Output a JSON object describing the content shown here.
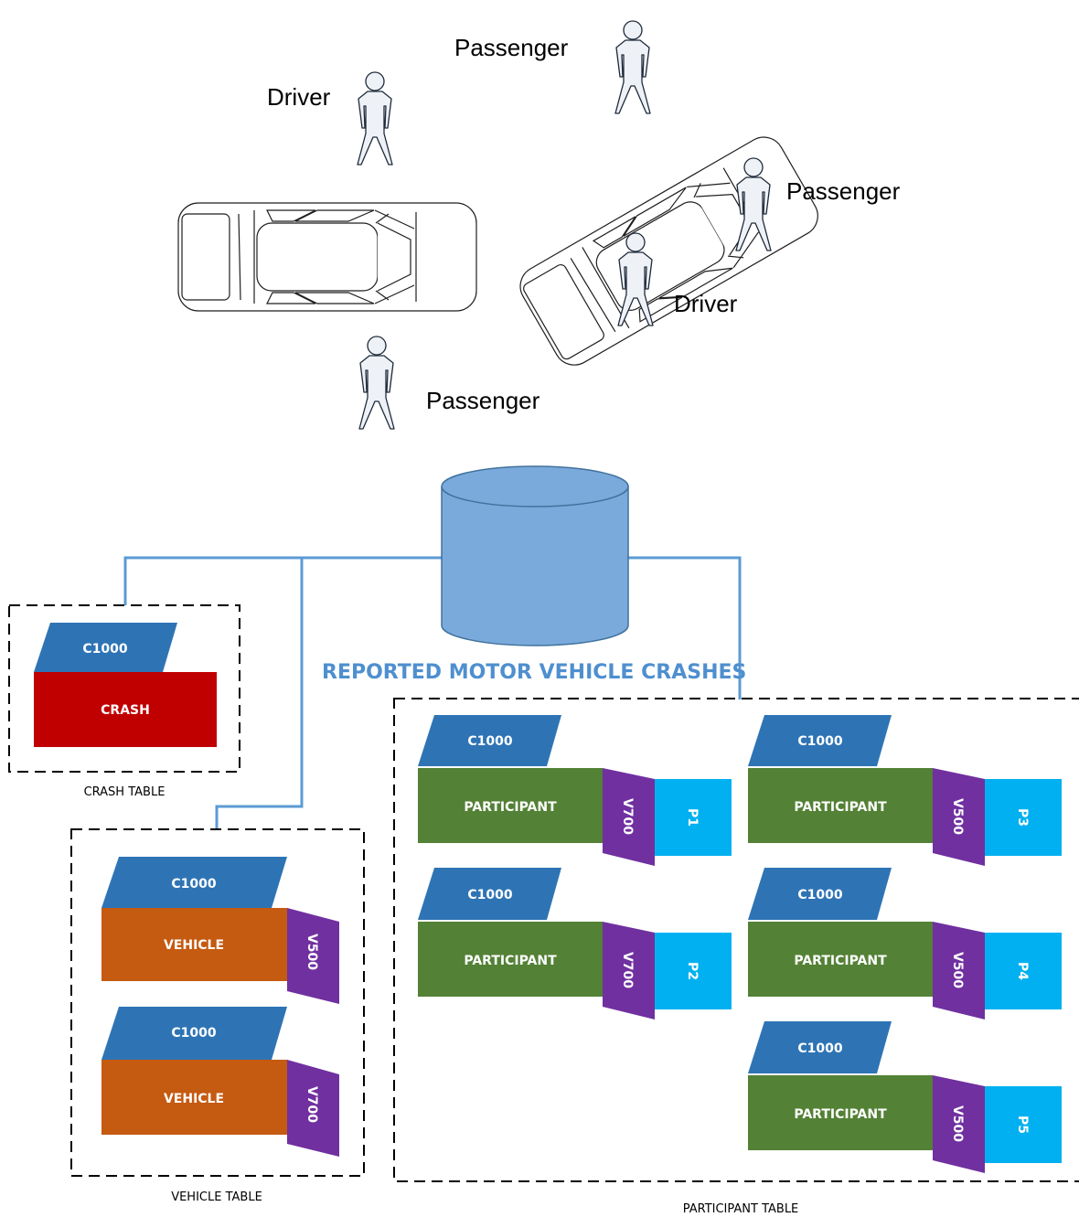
{
  "scene": {
    "people": [
      {
        "role": "Driver"
      },
      {
        "role": "Passenger"
      },
      {
        "role": "Passenger"
      },
      {
        "role": "Driver"
      },
      {
        "role": "Passenger"
      }
    ]
  },
  "database": {
    "title": "REPORTED MOTOR VEHICLE CRASHES"
  },
  "crash_table": {
    "caption": "CRASH TABLE",
    "records": [
      {
        "crash_id": "C1000",
        "type": "CRASH"
      }
    ]
  },
  "vehicle_table": {
    "caption": "VEHICLE TABLE",
    "records": [
      {
        "crash_id": "C1000",
        "type": "VEHICLE",
        "vehicle_id": "V500"
      },
      {
        "crash_id": "C1000",
        "type": "VEHICLE",
        "vehicle_id": "V700"
      }
    ]
  },
  "participant_table": {
    "caption": "PARTICIPANT TABLE",
    "records": [
      {
        "crash_id": "C1000",
        "type": "PARTICIPANT",
        "vehicle_id": "V700",
        "participant_id": "P1"
      },
      {
        "crash_id": "C1000",
        "type": "PARTICIPANT",
        "vehicle_id": "V700",
        "participant_id": "P2"
      },
      {
        "crash_id": "C1000",
        "type": "PARTICIPANT",
        "vehicle_id": "V500",
        "participant_id": "P3"
      },
      {
        "crash_id": "C1000",
        "type": "PARTICIPANT",
        "vehicle_id": "V500",
        "participant_id": "P4"
      },
      {
        "crash_id": "C1000",
        "type": "PARTICIPANT",
        "vehicle_id": "V500",
        "participant_id": "P5"
      }
    ]
  },
  "colors": {
    "crash_id_tag": "#2e74b5",
    "crash_box": "#c00000",
    "vehicle_box": "#c55a11",
    "vehicle_id_tag": "#7030a0",
    "participant_box": "#538135",
    "participant_id_tag": "#00b0f0",
    "connector": "#5b9bd5",
    "database_fill": "#7aaadc",
    "database_stroke": "#41719c"
  }
}
